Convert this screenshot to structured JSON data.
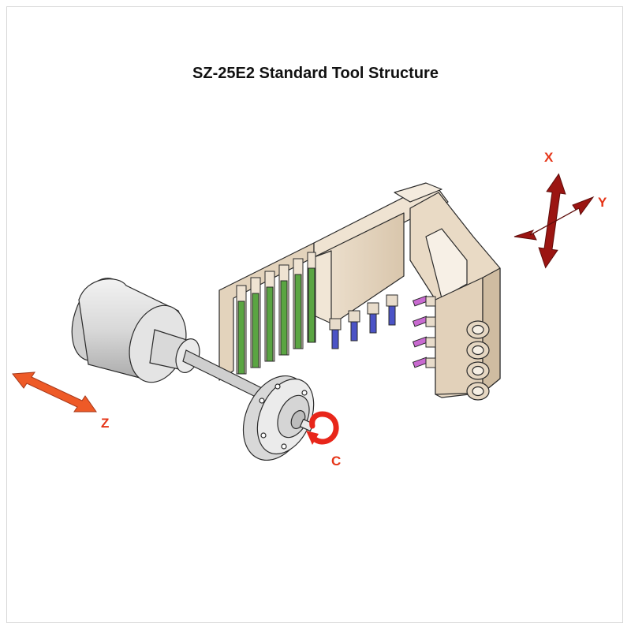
{
  "title": "SZ-25E2 Standard Tool Structure",
  "axes": {
    "x": "X",
    "y": "Y",
    "z": "Z",
    "c": "C"
  },
  "colors": {
    "axis_label": "#e53417",
    "xy_arrow": "#9b1512",
    "z_arrow": "#ee5a27",
    "c_arrow": "#e8261a",
    "tool_block": "#eadbc7",
    "green_tools": "#5aa542",
    "blue_tools": "#4b53c6",
    "pink_tools": "#c86ad0",
    "spindle": "#e6e6e6"
  }
}
